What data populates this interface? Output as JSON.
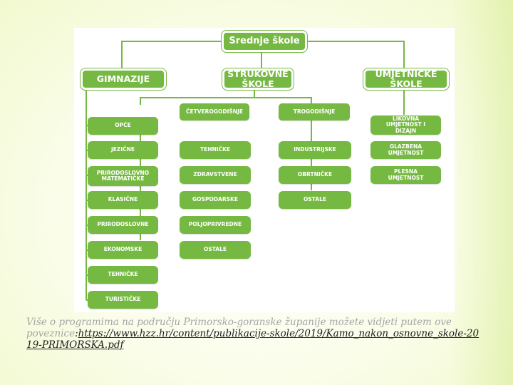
{
  "diagram": {
    "root": "Srednje škole",
    "branches": [
      {
        "label": "GIMNAZIJE",
        "items": [
          "OPĆE",
          "JEZIČNE",
          "PRIRODOSLOVNO MATEMATIČKE",
          "KLASIČNE",
          "PRIRODOSLOVNE",
          "EKONOMSKE",
          "TEHNIČKE",
          "TURISTIČKE"
        ]
      },
      {
        "label": "STRUKOVNE ŠKOLE",
        "subgroups": [
          {
            "label": "ČETVEROGODIŠNJE",
            "items": [
              "TEHNIČKE",
              "ZDRAVSTVENE",
              "GOSPODARSKE",
              "POLJOPRIVREDNE",
              "OSTALE"
            ]
          },
          {
            "label": "TROGODIŠNJE",
            "items": [
              "INDUSTRIJSKE",
              "OBRTNIČKE",
              "OSTALE"
            ]
          }
        ]
      },
      {
        "label": "UMJETNIČKE ŠKOLE",
        "items": [
          "LIKOVNA UMJETNOST I DIZAJN",
          "GLAZBENA UMJETNOST",
          "PLESNA UMJETNOST"
        ]
      }
    ]
  },
  "caption": {
    "text": "Više o programima na području Primorsko-goranske županije možete vidjeti putem ove poveznice",
    "colon": ":",
    "link": "https://www.hzz.hr/content/publikacije-skole/2019/Kamo_nakon_osnovne_skole-2019-PRIMORSKA.pdf"
  },
  "colors": {
    "box": "#76b942",
    "line": "#76b942",
    "caption": "#a5a5a5"
  }
}
